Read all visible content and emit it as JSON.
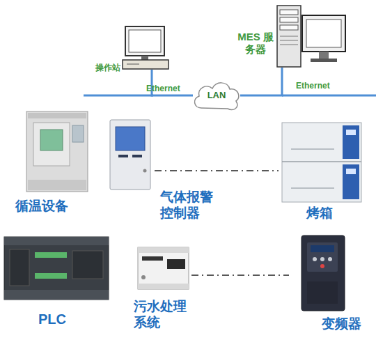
{
  "diagram": {
    "nodes": [
      {
        "text": [
          "操作站"
        ]
      },
      {
        "text": [
          "LAN"
        ]
      },
      {
        "text": [
          "MES 服务器"
        ]
      },
      {
        "text": [
          "循温设备"
        ]
      },
      {
        "text": [
          "气体报警 控制器"
        ]
      },
      {
        "text": [
          "烤箱"
        ]
      },
      {
        "text": [
          "PLC"
        ]
      },
      {
        "text": [
          "污水处理 系统"
        ]
      },
      {
        "text": [
          "变频器"
        ]
      }
    ],
    "edges": [
      {
        "from": 0,
        "to": 1,
        "arrow": "none",
        "label": "Ethernet"
      },
      {
        "from": 1,
        "to": 2,
        "arrow": "none",
        "label": "Ethernet"
      },
      {
        "from": 4,
        "to": 5,
        "arrow": "none"
      },
      {
        "from": 7,
        "to": 8,
        "arrow": "none"
      }
    ]
  }
}
